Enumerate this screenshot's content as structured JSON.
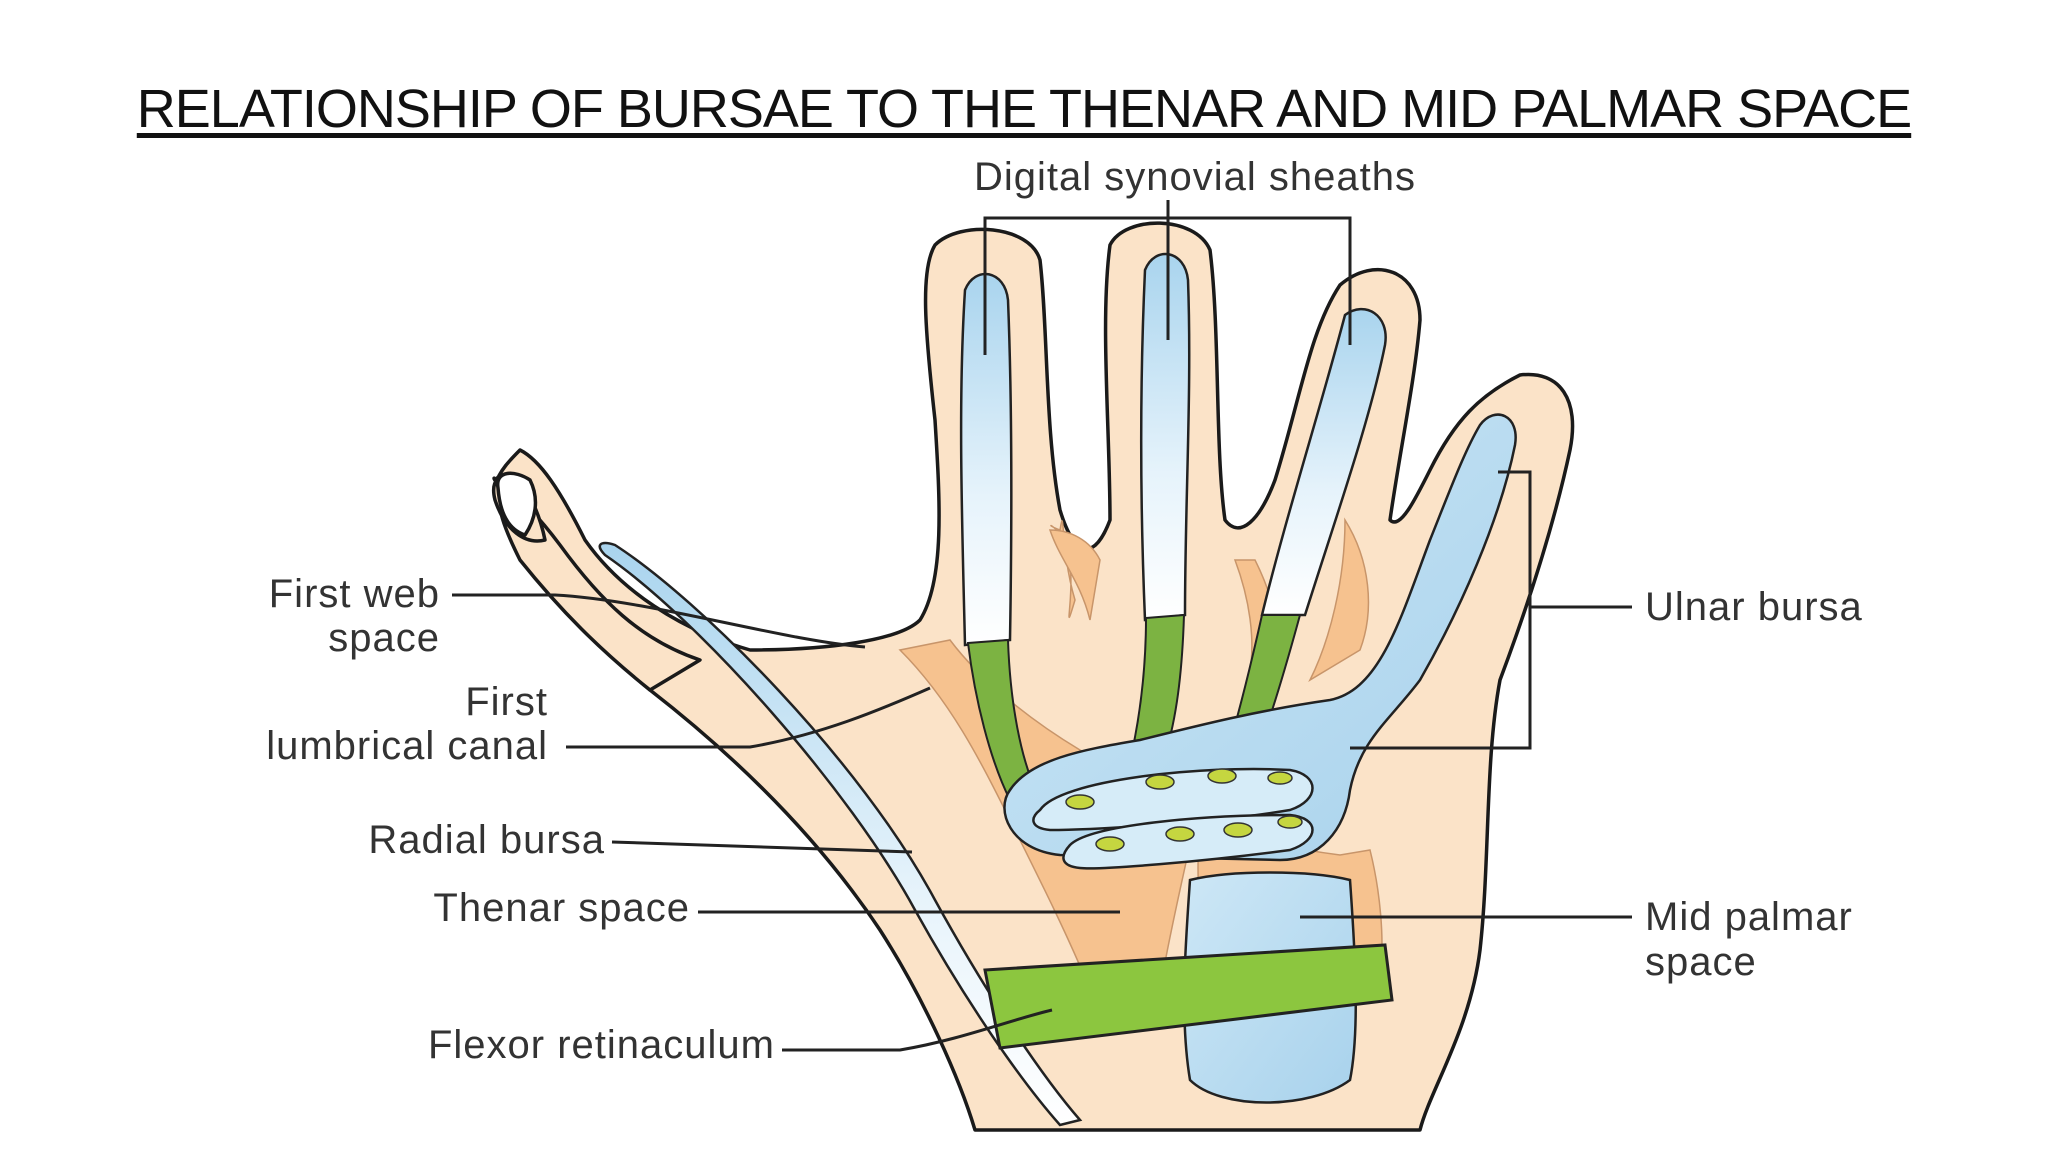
{
  "title": "RELATIONSHIP OF BURSAE TO THE THENAR AND MID PALMAR SPACE",
  "labels": {
    "digital_synovial_sheaths": "Digital synovial sheaths",
    "first_web_space_line1": "First web",
    "first_web_space_line2": "space",
    "first_lumbrical_canal_line1": "First",
    "first_lumbrical_canal_line2": "lumbrical canal",
    "radial_bursa": "Radial bursa",
    "thenar_space": "Thenar space",
    "flexor_retinaculum": "Flexor retinaculum",
    "ulnar_bursa": "Ulnar bursa",
    "mid_palmar_space_line1": "Mid palmar",
    "mid_palmar_space_line2": "space"
  },
  "colors": {
    "skin": "#fbe3c8",
    "space_orange": "#f6c28f",
    "bursa_blue": "#bfe0f2",
    "tendon_green": "#7cb342",
    "retinaculum_green": "#8cc63f",
    "outline": "#1a1a1a"
  }
}
